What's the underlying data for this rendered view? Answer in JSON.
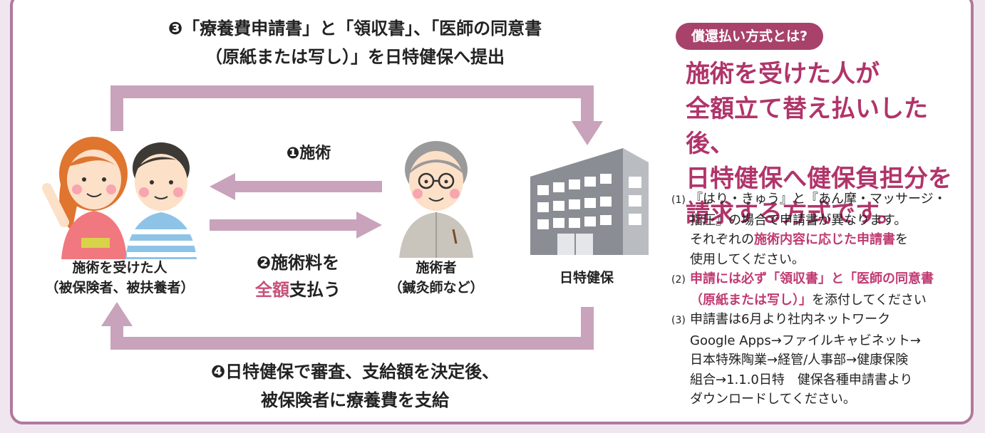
{
  "colors": {
    "frame": "#b0799c",
    "arrow": "#c8a3bb",
    "accent": "#a8426b",
    "headline": "#b0346a",
    "highlight": "#c9507a"
  },
  "step3": {
    "line1": "❸「療養費申請書」と「領収書」、「医師の同意書",
    "line2": "（原紙または写し）」を日特健保へ提出"
  },
  "step4": {
    "line1": "❹日特健保で審査、支給額を決定後、",
    "line2": "被保険者に療養費を支給"
  },
  "step1": {
    "label": "❶施術"
  },
  "step2": {
    "line1": "❷施術料を",
    "line2_highlight": "全額",
    "line2_rest": "支払う"
  },
  "patient": {
    "line1": "施術を受けた人",
    "line2": "（被保険者、被扶養者）",
    "icon": "patients-illustration"
  },
  "practitioner": {
    "line1": "施術者",
    "line2": "（鍼灸師など）",
    "icon": "practitioner-illustration"
  },
  "insurer": {
    "label": "日特健保",
    "icon": "building-icon"
  },
  "sidebar": {
    "badge": "償還払い方式とは?",
    "headline": [
      "施術を受けた人が",
      "全額立て替え払いした後、",
      "日特健保へ健保負担分を",
      "請求する方式です。"
    ],
    "notes": {
      "n1_num": "(1)",
      "n1_a": "『はり・きゅう』と『あん摩・マッサージ・",
      "n1_b": "指圧』の場合で申請書が異なります。",
      "n1_c": "それぞれの",
      "n1_c_hl": "施術内容に応じた申請書",
      "n1_c_end": "を",
      "n1_d": "使用してください。",
      "n2_num": "(2)",
      "n2_hl_a": "申請には必ず「領収書」と「医師の同意書",
      "n2_hl_b": "（原紙または写し）」",
      "n2_b_end": "を添付してください",
      "n3_num": "(3)",
      "n3_a": "申請書は6月より社内ネットワーク",
      "n3_b": "Google Apps→ファイルキャビネット→",
      "n3_c": "日本特殊陶業→経管/人事部→健康保険",
      "n3_d": "組合→1.1.0日特　健保各種申請書より",
      "n3_e": "ダウンロードしてください。"
    }
  }
}
